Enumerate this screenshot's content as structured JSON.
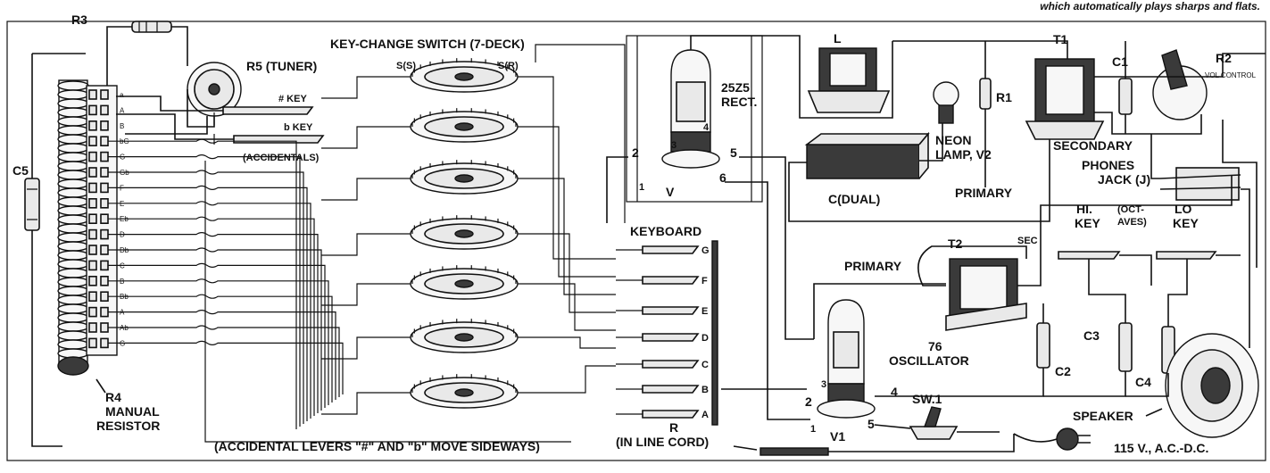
{
  "caption": "which automatically plays sharps and flats.",
  "labels": {
    "r3": "R3",
    "r5": "R5 (TUNER)",
    "key_change_switch": "KEY-CHANGE SWITCH (7-DECK)",
    "switch_s": "S(S)",
    "switch_r": "S(R)",
    "rect_tube": "25Z5",
    "rect_word": "RECT.",
    "choke": "L",
    "t1": "T1",
    "r2": "R2",
    "vol_control": "VOL CONTROL",
    "c1": "C1",
    "r1": "R1",
    "neon_1": "NEON",
    "neon_2": "LAMP, V2",
    "secondary": "SECONDARY",
    "phones_1": "PHONES",
    "phones_2": "JACK (J)",
    "primary_t1": "PRIMARY",
    "c_dual": "C(DUAL)",
    "c5": "C5",
    "sharp_key": "# KEY",
    "flat_key": "b KEY",
    "accidentals": "(ACCIDENTALS)",
    "keyboard": "KEYBOARD",
    "t2": "T2",
    "sec": "SEC",
    "primary_t2": "PRIMARY",
    "hi_key_1": "HI.",
    "hi_key_2": "KEY",
    "octaves_1": "(OCT-",
    "octaves_2": "AVES)",
    "lo_key_1": "LO",
    "lo_key_2": "KEY",
    "osc_tube": "76",
    "osc_word": "OSCILLATOR",
    "c2": "C2",
    "c3": "C3",
    "c4": "C4",
    "v1": "V1",
    "v": "V",
    "sw1": "SW.1",
    "speaker": "SPEAKER",
    "r4_1": "R4",
    "r4_2": "MANUAL",
    "r4_3": "RESISTOR",
    "accidental_levers": "(ACCIDENTAL LEVERS \"#\" AND \"b\" MOVE SIDEWAYS)",
    "r_cord_1": "R",
    "r_cord_2": "(IN LINE CORD)",
    "power": "115 V., A.C.-D.C."
  },
  "pins_rect": [
    "2",
    "3",
    "4",
    "5",
    "6",
    "1"
  ],
  "pins_osc": [
    "2",
    "3",
    "4",
    "1",
    "5"
  ],
  "note_labels": [
    "a",
    "A",
    "B",
    "bG",
    "G",
    "Gb",
    "F",
    "E",
    "Eb",
    "D",
    "Db",
    "C",
    "B",
    "Bb",
    "A",
    "Ab",
    "G"
  ],
  "keyboard_keys": [
    "G",
    "F",
    "E",
    "D",
    "C",
    "B",
    "A"
  ]
}
